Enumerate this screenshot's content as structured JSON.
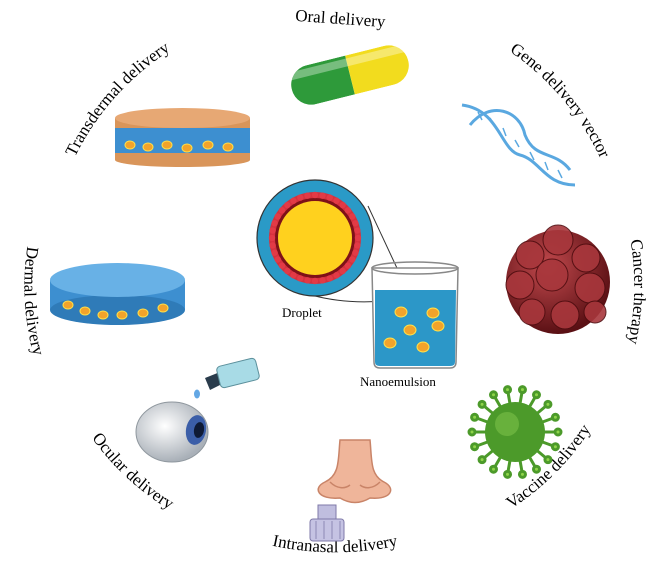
{
  "labels": {
    "oral": "Oral delivery",
    "gene": "Gene delivery vector",
    "cancer": "Cancer therapy",
    "vaccine": "Vaccine delivery",
    "intranasal": "Intranasal delivery",
    "ocular": "Ocular delivery",
    "dermal": "Dermal delivery",
    "transdermal": "Transdermal delivery",
    "droplet": "Droplet",
    "nanoemulsion": "Nanoemulsion"
  },
  "colors": {
    "pill_green": "#2e9a3a",
    "pill_yellow": "#f2dc1e",
    "patch_blue": "#3d8fd0",
    "patch_orange": "#d9955a",
    "droplet_orange": "#f2a32b",
    "dna_blue": "#5aa8e0",
    "tumor_red": "#8a1e22",
    "virus_green": "#4c9a2a",
    "beaker_liquid": "#2c97c8",
    "nose_skin": "#efb59a"
  }
}
